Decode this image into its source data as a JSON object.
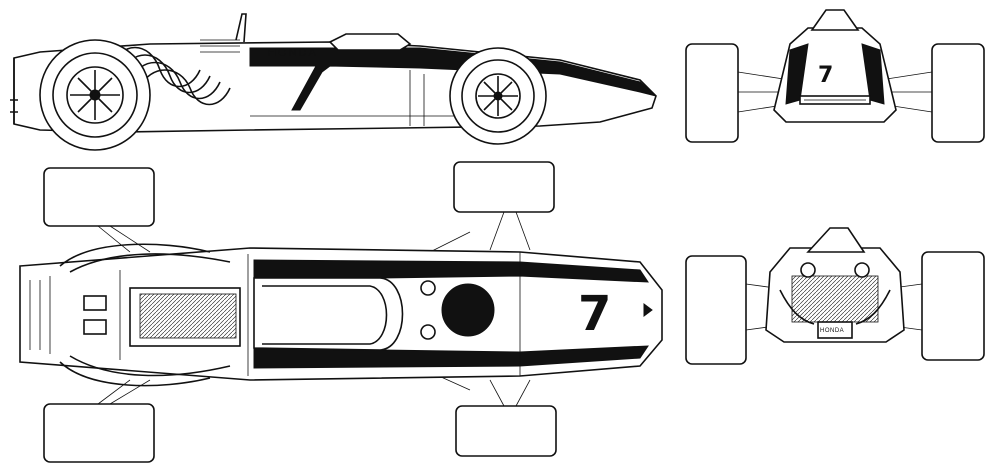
{
  "livery": {
    "brand": "HONDA",
    "race_number": "7"
  },
  "colors": {
    "ink": "#111111",
    "paper": "#ffffff"
  },
  "views": [
    "side-view",
    "front-view",
    "top-view",
    "rear-view"
  ]
}
